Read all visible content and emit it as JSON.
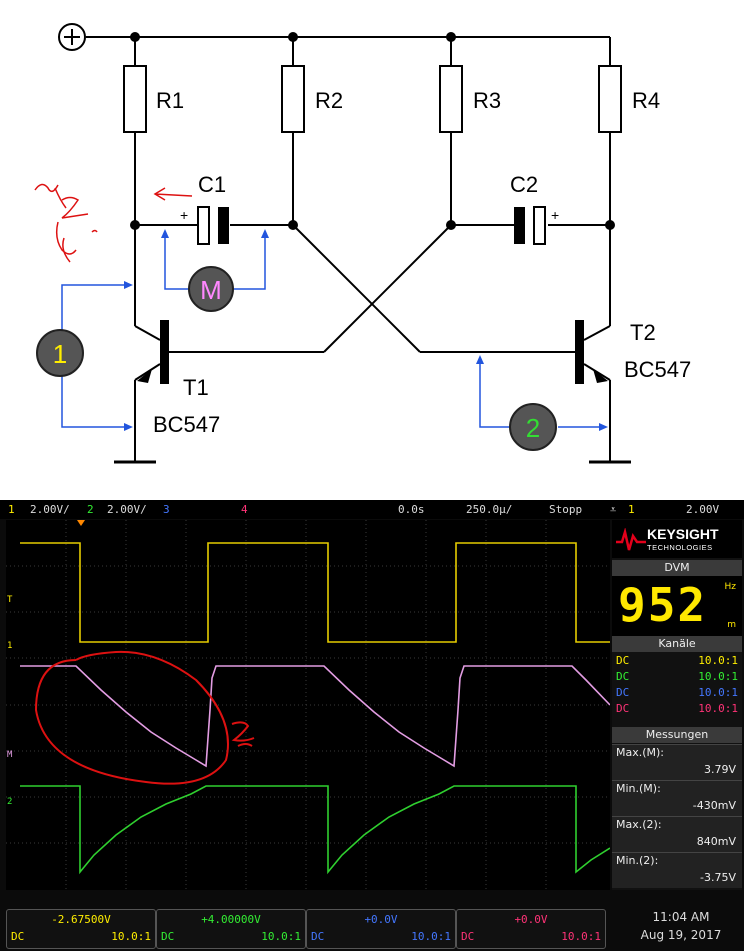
{
  "schematic": {
    "supply_label": "+",
    "resistors": [
      "R1",
      "R2",
      "R3",
      "R4"
    ],
    "capacitors": [
      "C1",
      "C2"
    ],
    "polarity_marks": [
      "+",
      "+"
    ],
    "transistors": [
      {
        "name": "T1",
        "part": "BC547"
      },
      {
        "name": "T2",
        "part": "BC547"
      }
    ],
    "probe_markers": [
      "1",
      "M",
      "2"
    ],
    "colors": {
      "wire": "#000000",
      "probe_lines": "#2255dd",
      "annotation": "#dd1111",
      "marker_fill": "#555555",
      "marker_1": "#ffee00",
      "marker_M": "#ff88ff",
      "marker_2": "#33dd33"
    }
  },
  "oscilloscope": {
    "topbar": {
      "ch1_num": "1",
      "ch1_scale": "2.00V/",
      "ch2_num": "2",
      "ch2_scale": "2.00V/",
      "ch3_num": "3",
      "ch4_num": "4",
      "time_offset": "0.0s",
      "time_scale": "250.0µ/",
      "run_state": "Stopp",
      "trigger_icon": "⩡",
      "trigger_src": "1",
      "trigger_level": "2.00V"
    },
    "brand": {
      "name": "KEYSIGHT",
      "sub": "TECHNOLOGIES"
    },
    "dvm": {
      "header": "DVM",
      "value": "952",
      "unit_top": "Hz",
      "unit_bottom": "m"
    },
    "channels_header": "Kanäle",
    "channels": [
      {
        "coupling": "DC",
        "probe": "10.0:1",
        "color": "#ffee00"
      },
      {
        "coupling": "DC",
        "probe": "10.0:1",
        "color": "#33ee33"
      },
      {
        "coupling": "DC",
        "probe": "10.0:1",
        "color": "#4477ff"
      },
      {
        "coupling": "DC",
        "probe": "10.0:1",
        "color": "#ff3377"
      }
    ],
    "measurements_header": "Messungen",
    "measurements": [
      {
        "label": "Max.(M):",
        "value": "3.79V"
      },
      {
        "label": "Min.(M):",
        "value": "-430mV"
      },
      {
        "label": "Max.(2):",
        "value": "840mV"
      },
      {
        "label": "Min.(2):",
        "value": "-3.75V"
      }
    ],
    "bottom": [
      {
        "offset": "-2.67500V",
        "coupling": "DC",
        "probe": "10.0:1",
        "color": "#ffee00"
      },
      {
        "offset": "+4.00000V",
        "coupling": "DC",
        "probe": "10.0:1",
        "color": "#33ee33"
      },
      {
        "offset": "+0.0V",
        "coupling": "DC",
        "probe": "10.0:1",
        "color": "#4477ff"
      },
      {
        "offset": "+0.0V",
        "coupling": "DC",
        "probe": "10.0:1",
        "color": "#ff3377"
      }
    ],
    "clock": {
      "time": "11:04 AM",
      "date": "Aug 19, 2017"
    },
    "trace_colors": {
      "ch1": "#e6cc00",
      "math": "#e39de3",
      "ch2": "#2fcf2f"
    },
    "ground_markers": [
      "T",
      "1",
      "M",
      "2"
    ]
  }
}
